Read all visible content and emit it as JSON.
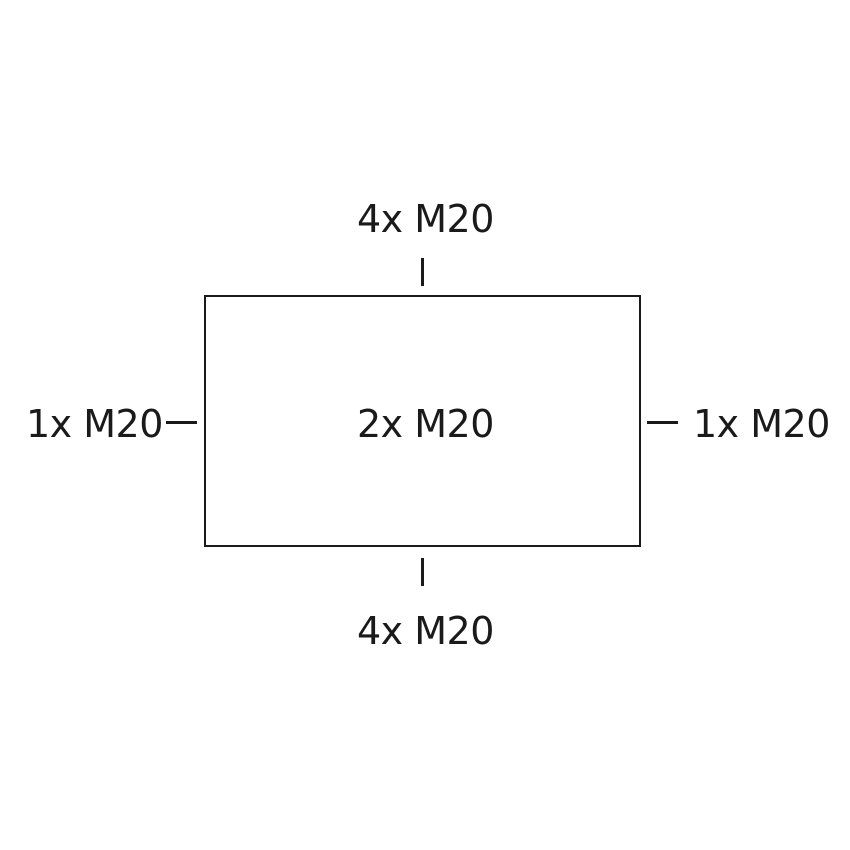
{
  "diagram": {
    "top_label": "4x M20",
    "bottom_label": "4x M20",
    "center_label": "2x M20",
    "left_label": "1x M20",
    "right_label": "1x M20",
    "line_color": "#1a1a1a",
    "background_color": "#ffffff"
  }
}
